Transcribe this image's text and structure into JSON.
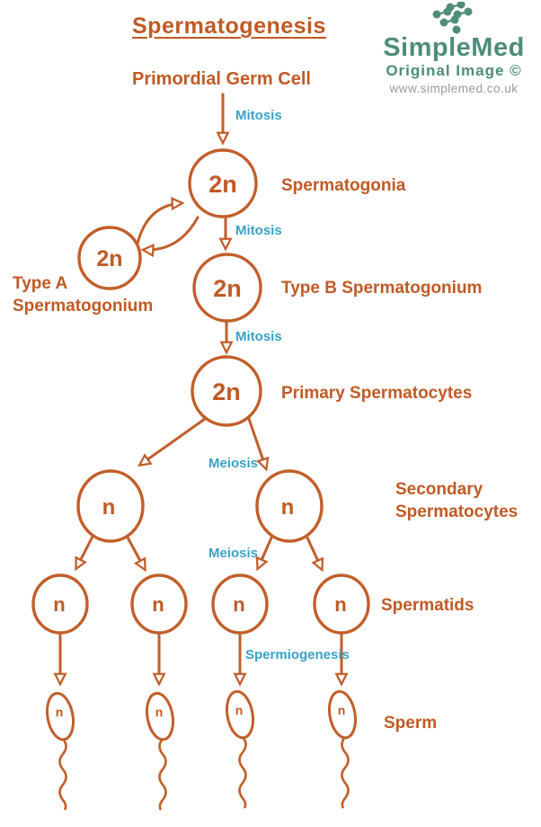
{
  "header": {
    "title": "Spermatogenesis",
    "logo": {
      "brand": "SimpleMed",
      "subtitle": "Original Image ©",
      "website": "www.simplemed.co.uk",
      "icon": "molecule-dots-icon"
    }
  },
  "colors": {
    "orange": "#c25e2a",
    "blue": "#3aa2c5",
    "teal": "#4e8c7b",
    "gray": "#979b98"
  },
  "diagram": {
    "root_label": "Primordial Germ Cell",
    "ploidy": {
      "diploid": "2n",
      "haploid": "n"
    },
    "stage_labels": {
      "spermatogonia": "Spermatogonia",
      "type_a_line1": "Type A",
      "type_a_line2": "Spermatogonium",
      "type_b": "Type B Spermatogonium",
      "primary": "Primary Spermatocytes",
      "secondary_line1": "Secondary",
      "secondary_line2": "Spermatocytes",
      "spermatids": "Spermatids",
      "sperm": "Sperm"
    },
    "process_labels": {
      "mitosis_1": "Mitosis",
      "mitosis_2": "Mitosis",
      "mitosis_3": "Mitosis",
      "meiosis_1": "Meiosis",
      "meiosis_2": "Meiosis",
      "spermiogenesis": "Spermiogenesis"
    }
  }
}
